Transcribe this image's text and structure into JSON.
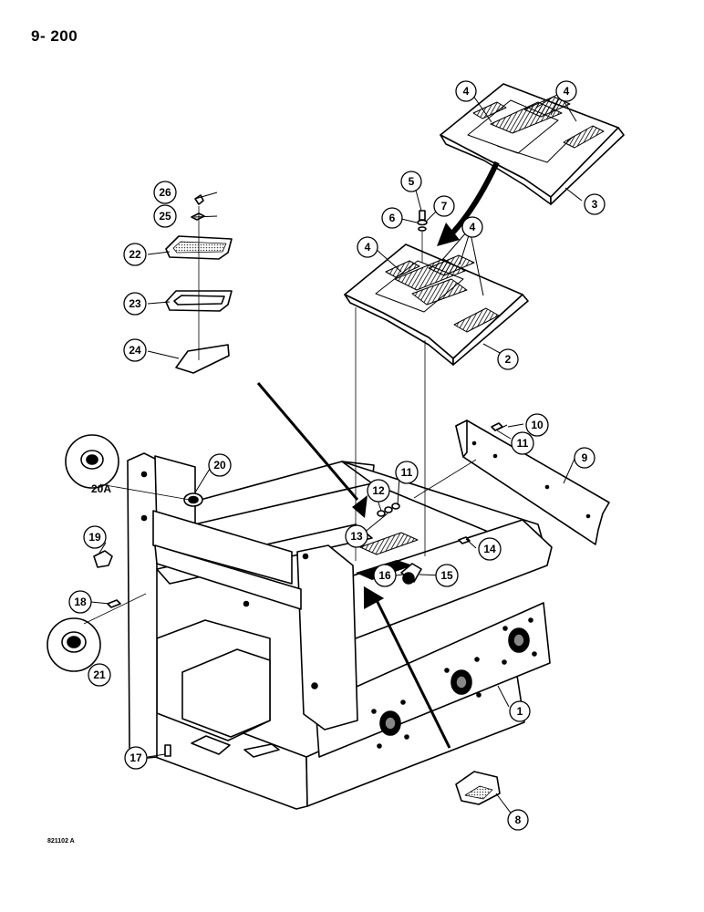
{
  "page": {
    "page_number": "9- 200",
    "figure_id": "821102 A"
  },
  "callouts": [
    {
      "label": "1"
    },
    {
      "label": "2"
    },
    {
      "label": "3"
    },
    {
      "label": "4"
    },
    {
      "label": "4"
    },
    {
      "label": "4"
    },
    {
      "label": "4"
    },
    {
      "label": "5"
    },
    {
      "label": "6"
    },
    {
      "label": "7"
    },
    {
      "label": "8"
    },
    {
      "label": "9"
    },
    {
      "label": "10"
    },
    {
      "label": "11"
    },
    {
      "label": "11"
    },
    {
      "label": "12"
    },
    {
      "label": "13"
    },
    {
      "label": "14"
    },
    {
      "label": "15"
    },
    {
      "label": "16"
    },
    {
      "label": "17"
    },
    {
      "label": "18"
    },
    {
      "label": "19"
    },
    {
      "label": "20"
    },
    {
      "label": "20A"
    },
    {
      "label": "21"
    },
    {
      "label": "22"
    },
    {
      "label": "23"
    },
    {
      "label": "24"
    },
    {
      "label": "25"
    },
    {
      "label": "26"
    }
  ],
  "colors": {
    "ink": "#000000",
    "paper": "#ffffff",
    "shade": "#888888"
  }
}
